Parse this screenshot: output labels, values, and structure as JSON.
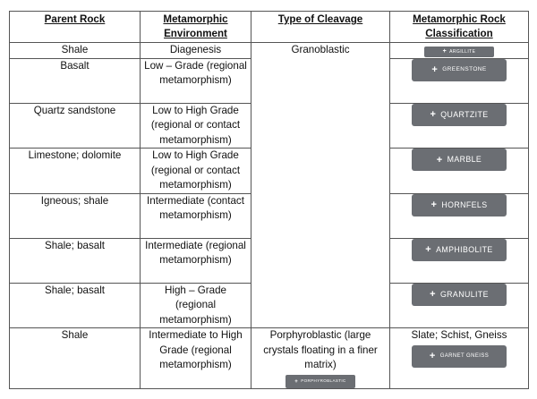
{
  "headers": {
    "parent_rock": "Parent Rock",
    "environment": "Metamorphic Environment",
    "cleavage": "Type of Cleavage",
    "classification": "Metamorphic Rock Classification"
  },
  "rows": [
    {
      "parent": "Shale",
      "environment": "Diagenesis",
      "button": "ARGILLITE"
    },
    {
      "parent": "Basalt",
      "environment": "Low – Grade (regional metamorphism)",
      "button": "GREENSTONE"
    },
    {
      "parent": "Quartz sandstone",
      "environment": "Low to High Grade (regional or contact metamorphism)",
      "button": "QUARTZITE"
    },
    {
      "parent": "Limestone; dolomite",
      "environment": "Low to High Grade (regional or contact metamorphism)",
      "button": "MARBLE"
    },
    {
      "parent": "Igneous; shale",
      "environment": "Intermediate (contact metamorphism)",
      "button": "HORNFELS"
    },
    {
      "parent": "Shale; basalt",
      "environment": "Intermediate (regional metamorphism)",
      "button": "AMPHIBOLITE"
    },
    {
      "parent": "Shale; basalt",
      "environment": "High – Grade (regional metamorphism)",
      "button": "GRANULITE"
    },
    {
      "parent": "Shale",
      "environment": "Intermediate to High Grade (regional metamorphism)",
      "classification_text": "Slate; Schist, Gneiss",
      "button": "GARNET GNEISS"
    }
  ],
  "cleavage": {
    "granoblastic": "Granoblastic",
    "porphyroblastic": "Porphyroblastic (large crystals floating in a finer matrix)",
    "porphyroblastic_button": "PORPHYROBLASTIC"
  },
  "icons": {
    "plus": "+"
  },
  "colors": {
    "button_bg": "#6b6e73",
    "button_text": "#ffffff",
    "border": "#555555"
  }
}
